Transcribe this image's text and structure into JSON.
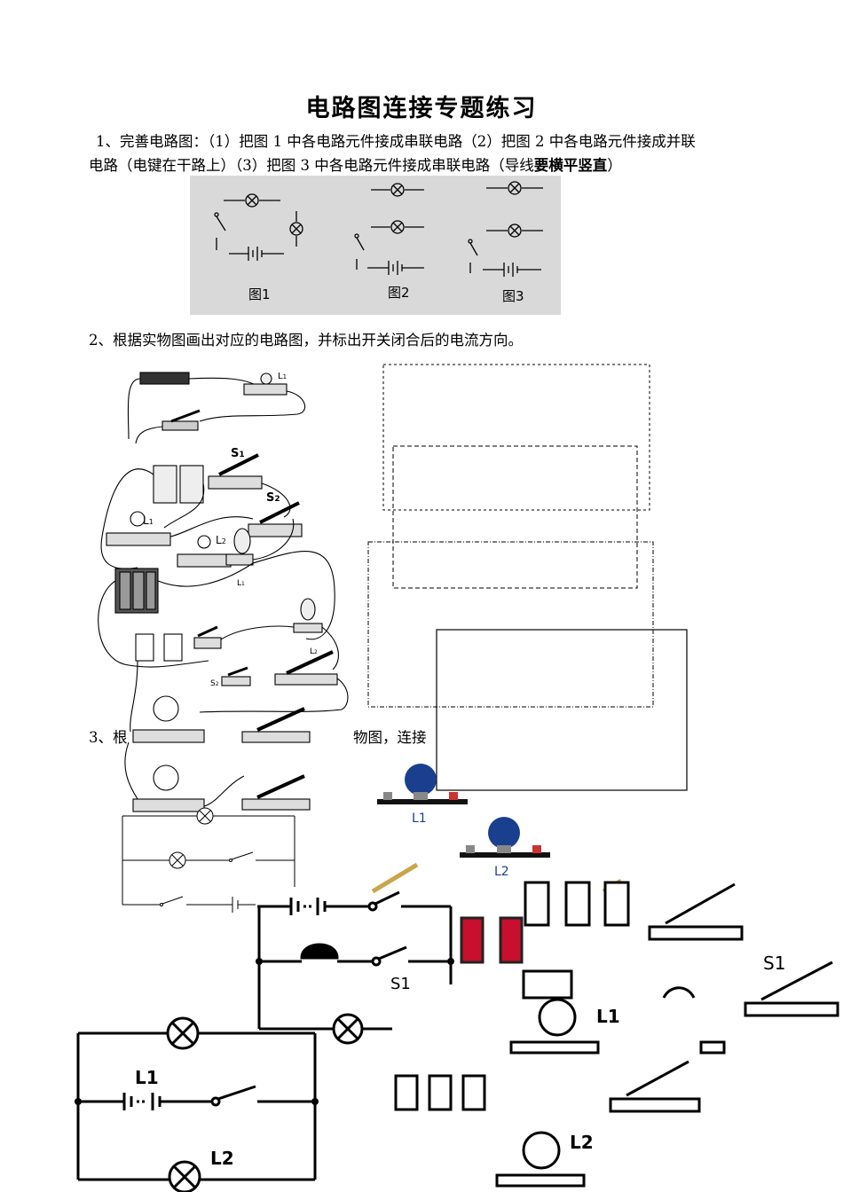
{
  "title": "电路图连接专题练习",
  "q1": {
    "line1": " 1、完善电路图：（1）把图 1 中各电路元件接成串联电路（2）把图 2 中各电路元件接成并联",
    "line2_a": "电路（电键在干路上）（3）把图 3 中各电路元件接成串联电路（导线",
    "line2_b": "要横平竖直",
    "line2_c": "）",
    "fig_labels": [
      "图1",
      "图2",
      "图3"
    ]
  },
  "q2": {
    "text": "2、根据实物图画出对应的电路图，并标出开关闭合后的电流方向。"
  },
  "q3": {
    "text_a": "3、根",
    "text_b": "物图，连接"
  },
  "labels": {
    "L1": "L1",
    "L2": "L2",
    "S1": "S1",
    "S2": "S2",
    "L1_sub": "L",
    "one": "1",
    "two": "2"
  }
}
